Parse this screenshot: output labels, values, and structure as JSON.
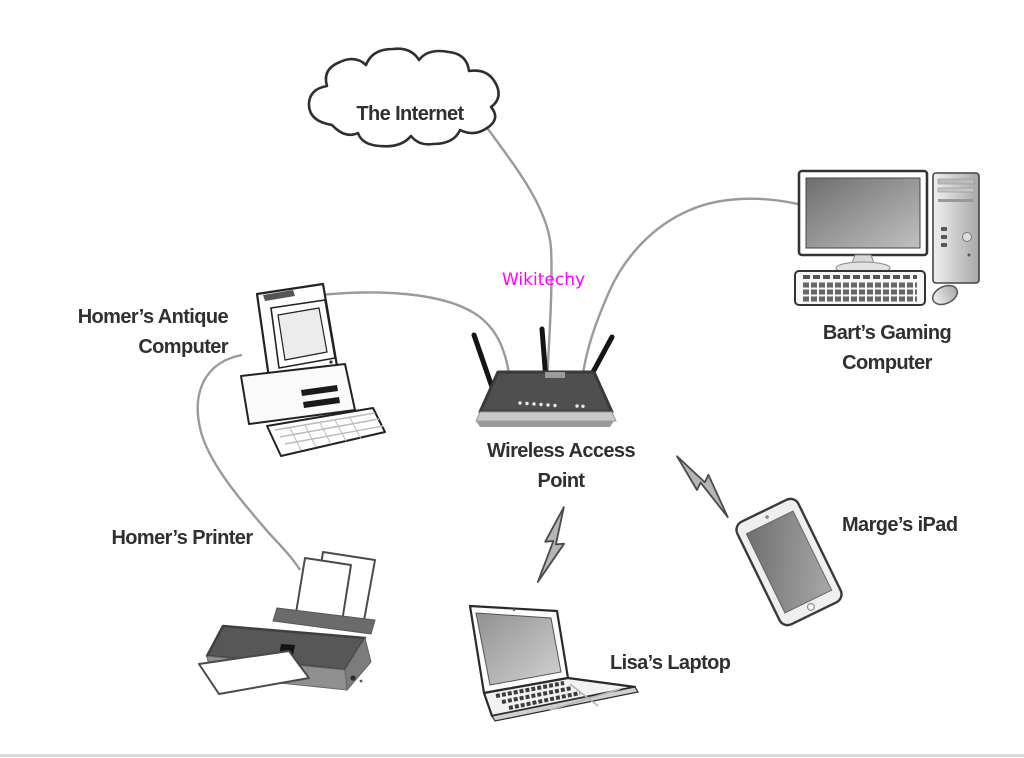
{
  "watermark": {
    "text": "Wikitechy",
    "color": "#ff00ff"
  },
  "nodes": {
    "internet": {
      "label": "The Internet",
      "type": "internet-cloud"
    },
    "wap": {
      "label_line1": "Wireless Access",
      "label_line2": "Point",
      "type": "wireless-router"
    },
    "homer_computer": {
      "label_line1": "Homer’s Antique",
      "label_line2": "Computer",
      "type": "desktop-crt-computer"
    },
    "bart_computer": {
      "label_line1": "Bart’s Gaming",
      "label_line2": "Computer",
      "type": "desktop-tower-computer"
    },
    "homer_printer": {
      "label": "Homer’s Printer",
      "type": "inkjet-printer"
    },
    "lisa_laptop": {
      "label": "Lisa’s Laptop",
      "type": "laptop"
    },
    "marge_ipad": {
      "label": "Marge’s iPad",
      "type": "tablet"
    }
  },
  "connections": [
    {
      "from": "internet",
      "to": "wap",
      "kind": "wired"
    },
    {
      "from": "homer_computer",
      "to": "wap",
      "kind": "wired"
    },
    {
      "from": "bart_computer",
      "to": "wap",
      "kind": "wired"
    },
    {
      "from": "homer_computer",
      "to": "homer_printer",
      "kind": "wired"
    },
    {
      "from": "wap",
      "to": "lisa_laptop",
      "kind": "wireless"
    },
    {
      "from": "wap",
      "to": "marge_ipad",
      "kind": "wireless"
    }
  ],
  "colors": {
    "background": "#ffffff",
    "wire": "#9a9a9a",
    "device_outline": "#2a2a2a",
    "label_text": "#303030",
    "watermark": "#ff00ff",
    "router_top": "#4f4f4f",
    "router_base": "#c9c9c9"
  }
}
